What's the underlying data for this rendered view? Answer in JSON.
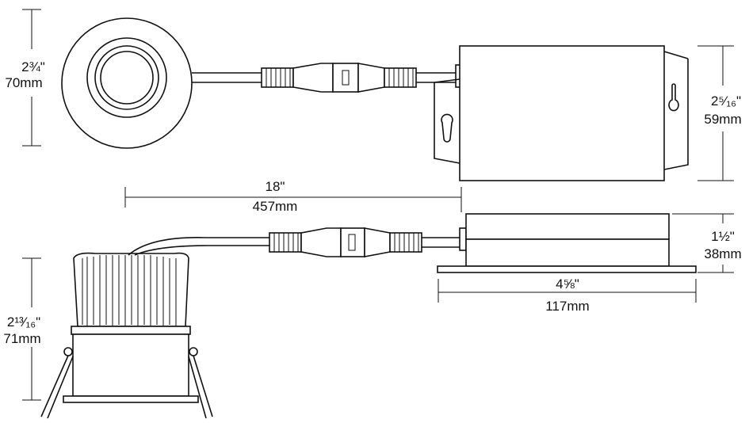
{
  "dimensions": {
    "top_light_height": {
      "imperial": "2¾\"",
      "metric": "70mm"
    },
    "driver_height": {
      "imperial": "2⁵⁄₁₆\"",
      "metric": "59mm"
    },
    "cable_length": {
      "imperial": "18\"",
      "metric": "457mm"
    },
    "driver_depth": {
      "imperial": "1½\"",
      "metric": "38mm"
    },
    "driver_length": {
      "imperial": "4⅝\"",
      "metric": "117mm"
    },
    "light_height": {
      "imperial": "2¹³⁄₁₆\"",
      "metric": "71mm"
    }
  },
  "colors": {
    "line": "#111111",
    "background": "#ffffff"
  }
}
